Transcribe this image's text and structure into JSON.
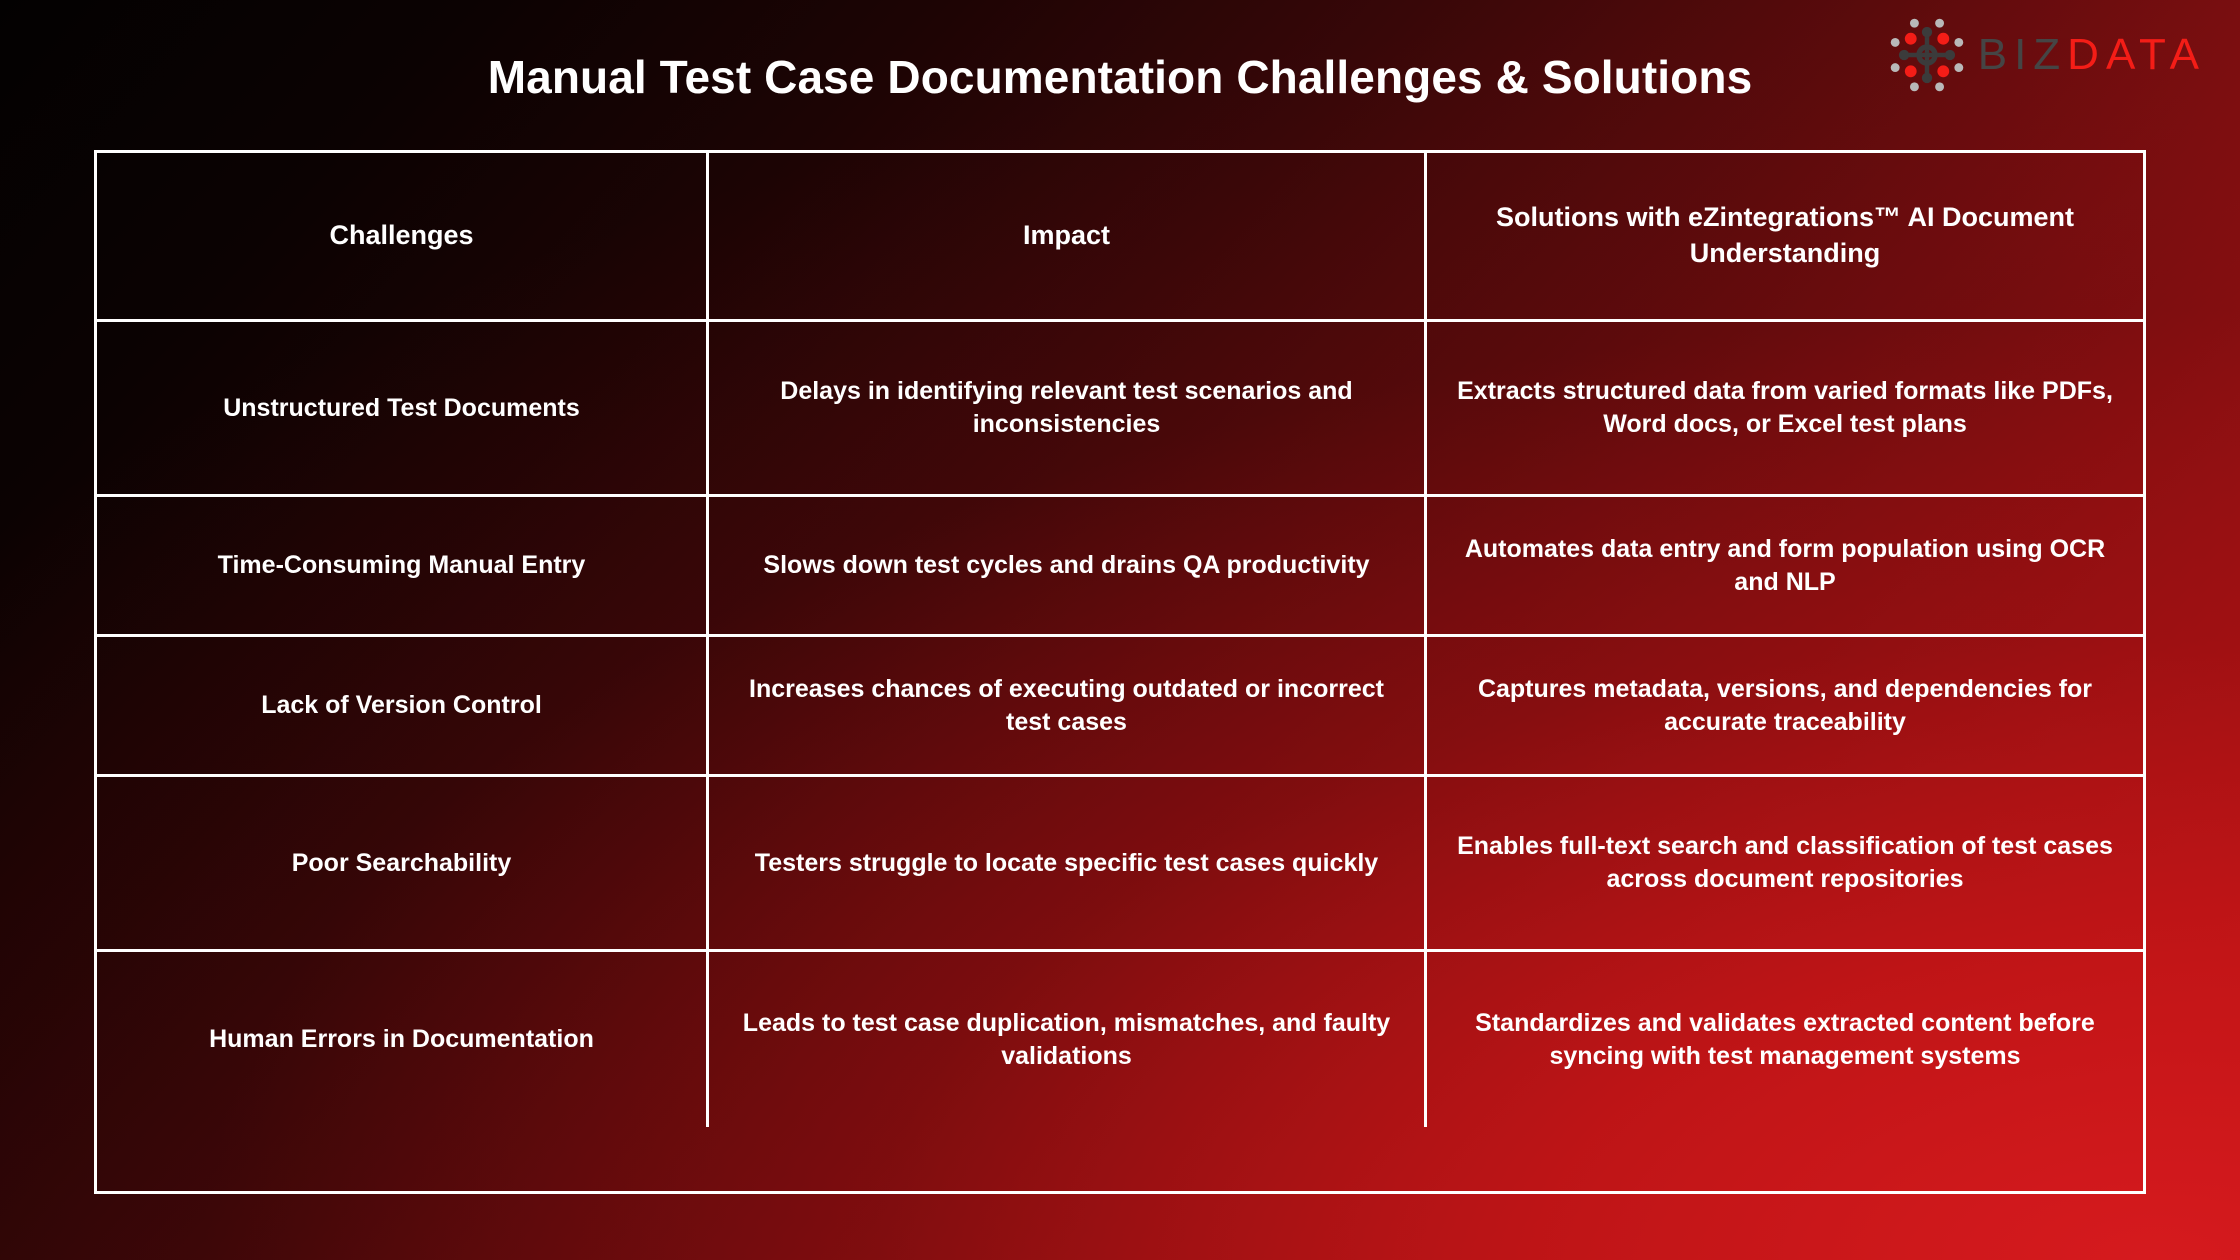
{
  "header": {
    "title": "Manual Test Case Documentation Challenges & Solutions",
    "logo": {
      "icon": "bizdata-network-node-icon",
      "part_1": "BIZ",
      "part_2": "DATA"
    }
  },
  "colors": {
    "brand_red": "#f41d17",
    "logo_gray": "#454545",
    "background_dark": "#030101",
    "background_light": "#ca1719",
    "border": "#ffffff",
    "text": "#ffffff"
  },
  "table": {
    "columns": [
      "Challenges",
      "Impact",
      "Solutions with eZintegrations™ AI Document Understanding"
    ],
    "rows": [
      {
        "challenge": "Unstructured Test Documents",
        "impact": "Delays in identifying relevant test scenarios and inconsistencies",
        "solution": "Extracts structured data from varied formats like PDFs, Word docs, or Excel test plans"
      },
      {
        "challenge": "Time-Consuming Manual Entry",
        "impact": "Slows down test cycles and drains QA productivity",
        "solution": "Automates data entry and form population using OCR and NLP"
      },
      {
        "challenge": "Lack of Version Control",
        "impact": "Increases chances of executing outdated or incorrect test cases",
        "solution": "Captures metadata, versions, and dependencies for accurate traceability"
      },
      {
        "challenge": "Poor Searchability",
        "impact": "Testers struggle to locate specific test cases quickly",
        "solution": "Enables full-text search and classification of test cases across document repositories"
      },
      {
        "challenge": "Human Errors in Documentation",
        "impact": "Leads to test case duplication, mismatches, and faulty validations",
        "solution": "Standardizes and validates extracted content before syncing with test management systems"
      }
    ]
  }
}
